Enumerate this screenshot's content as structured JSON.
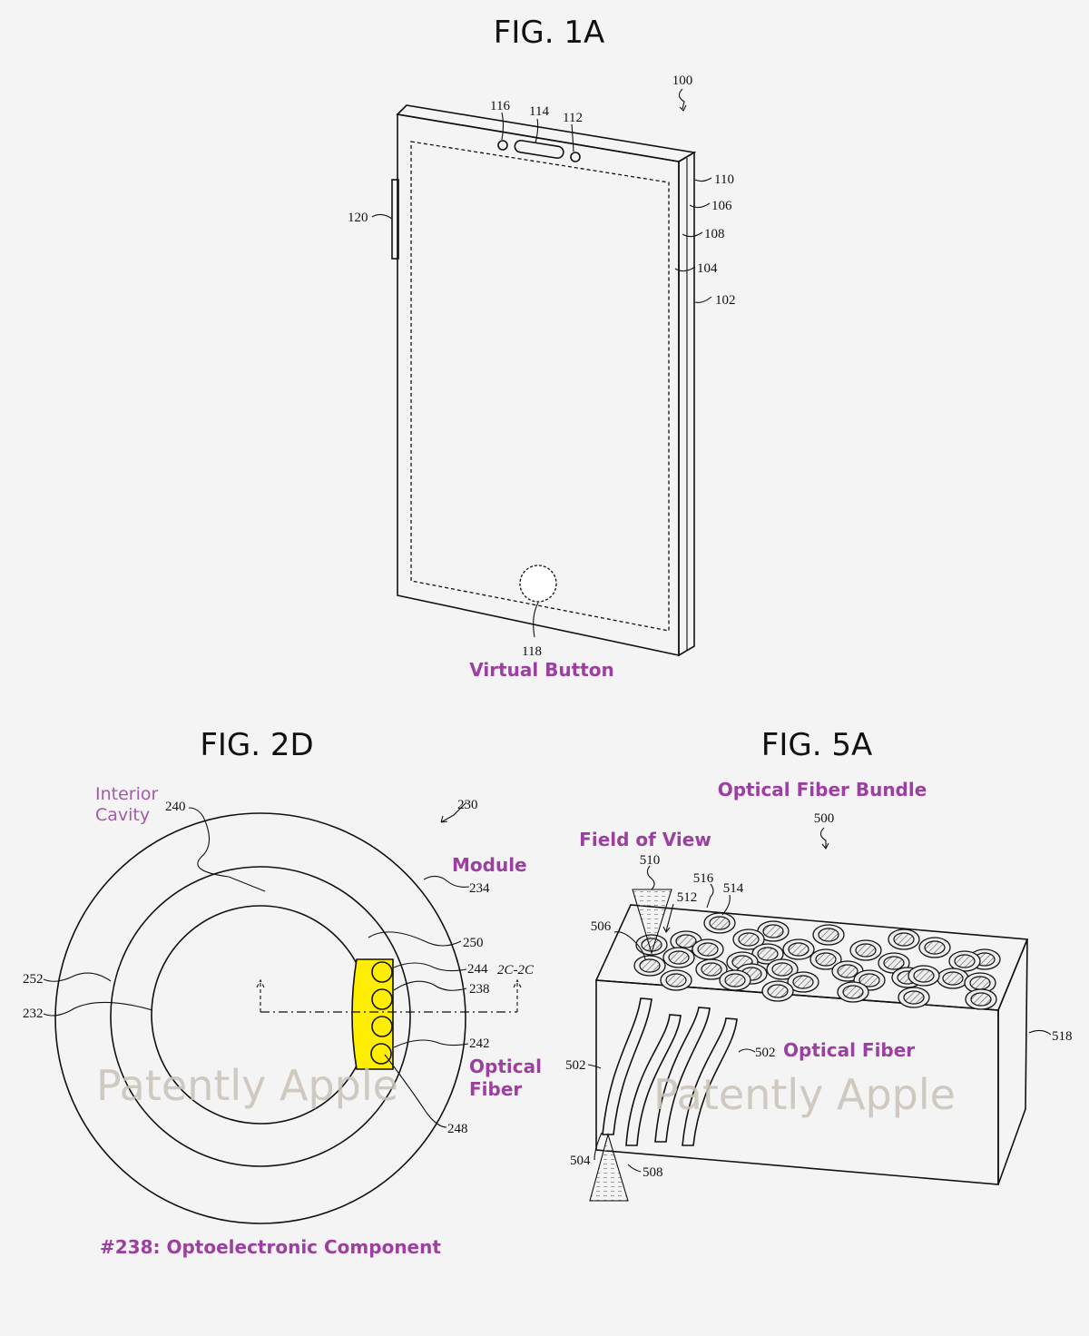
{
  "fig1a": {
    "title": "FIG. 1A",
    "refs": {
      "r100": "100",
      "r116": "116",
      "r114": "114",
      "r112": "112",
      "r110": "110",
      "r106": "106",
      "r108": "108",
      "r104": "104",
      "r102": "102",
      "r120": "120",
      "r118": "118"
    },
    "annotation": "Virtual Button"
  },
  "fig2d": {
    "title": "FIG. 2D",
    "refs": {
      "r230": "230",
      "r240": "240",
      "r234": "234",
      "r250": "250",
      "r244": "244",
      "r238": "238",
      "r242": "242",
      "r248": "248",
      "r252": "252",
      "r232": "232",
      "section": "2C-2C"
    },
    "annotations": {
      "interior_line1": "Interior",
      "interior_line2": "Cavity",
      "module": "Module",
      "optical_line1": "Optical",
      "optical_line2": "Fiber"
    },
    "caption": "#238: Optoelectronic Component",
    "watermark": "Patently Apple"
  },
  "fig5a": {
    "title": "FIG. 5A",
    "refs": {
      "r500": "500",
      "r510": "510",
      "r516": "516",
      "r514": "514",
      "r512": "512",
      "r506": "506",
      "r502a": "502",
      "r502b": "502",
      "r504": "504",
      "r508": "508",
      "r518": "518"
    },
    "annotations": {
      "bundle": "Optical Fiber Bundle",
      "fov": "Field of View",
      "fiber": "Optical Fiber"
    },
    "watermark": "Patently Apple"
  },
  "colors": {
    "annotation": "#9b3fa0",
    "component": "#ffee00",
    "fiber": "#dbeef8",
    "background": "#f4f4f4"
  }
}
